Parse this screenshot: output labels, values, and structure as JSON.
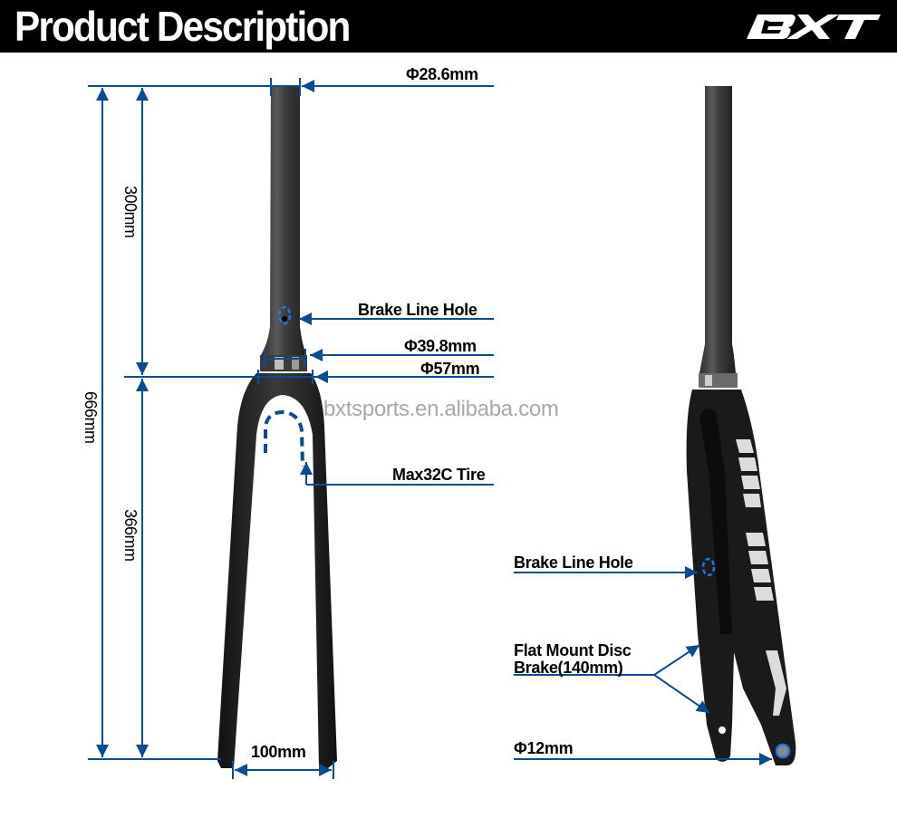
{
  "header": {
    "title": "Product Description",
    "brand_logo": "BXT"
  },
  "watermark": "bxtsports.en.alibaba.com",
  "colors": {
    "dimension_line": "#0b4a94",
    "header_bg": "#000000",
    "text": "#000000",
    "watermark": "#a8a8a8",
    "hole_highlight": "#1e78e6"
  },
  "front_view": {
    "labels": {
      "steerer_diameter": "Φ28.6mm",
      "brake_line_hole": "Brake Line Hole",
      "crown_race_diameter": "Φ39.8mm",
      "crown_diameter": "Φ57mm",
      "tire_clearance": "Max32C Tire",
      "hub_spacing": "100mm"
    },
    "vertical_dimensions": {
      "total_length": "666mm",
      "steerer_length": "300mm",
      "axle_to_crown": "366mm"
    }
  },
  "side_view": {
    "labels": {
      "brake_line_hole": "Brake Line Hole",
      "disc_brake_line1": "Flat Mount Disc",
      "disc_brake_line2": "Brake(140mm)",
      "axle_diameter": "Φ12mm"
    }
  }
}
